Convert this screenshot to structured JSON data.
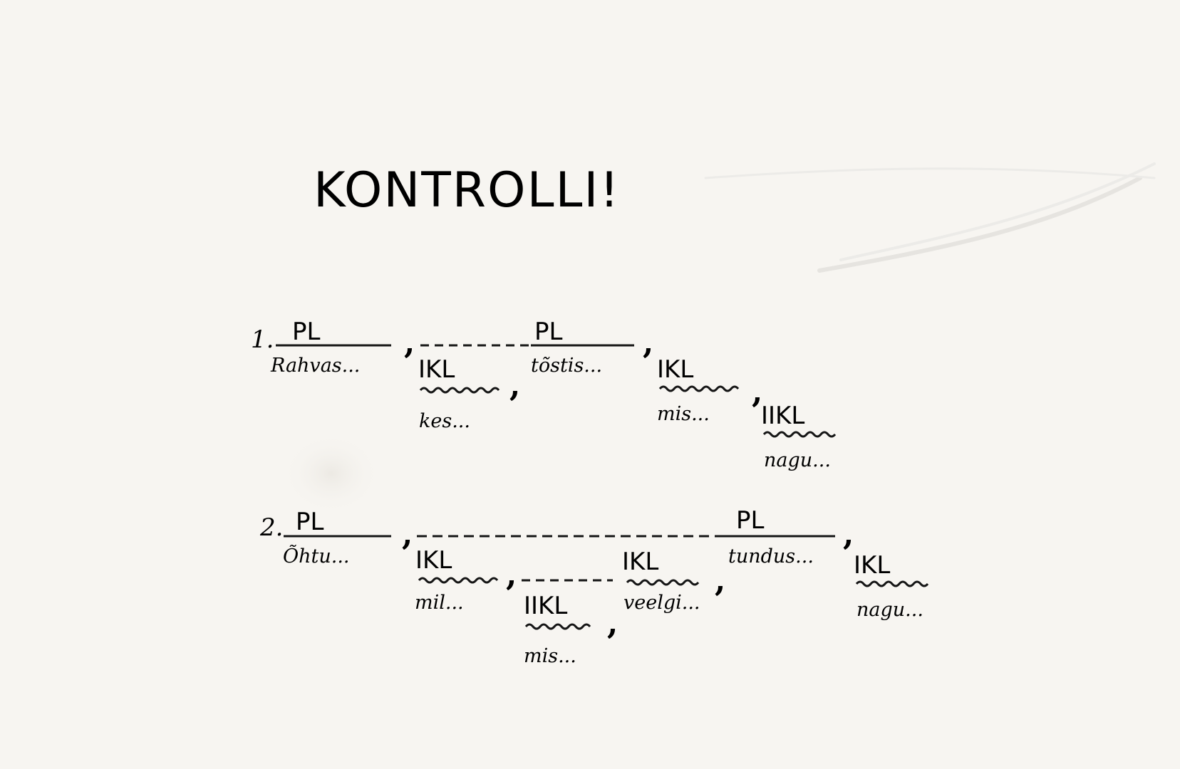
{
  "title": "KONTROLLI!",
  "diagram": {
    "rows": [
      {
        "number": "1.",
        "nodes": [
          {
            "id": "r1-pl1",
            "label": "PL",
            "word": "Rahvas..."
          },
          {
            "id": "r1-ikl1",
            "label": "IKL",
            "word": "kes..."
          },
          {
            "id": "r1-pl2",
            "label": "PL",
            "word": "tõstis..."
          },
          {
            "id": "r1-ikl2",
            "label": "IKL",
            "word": "mis..."
          },
          {
            "id": "r1-iikl",
            "label": "IIKL",
            "word": "nagu..."
          }
        ]
      },
      {
        "number": "2.",
        "nodes": [
          {
            "id": "r2-pl1",
            "label": "PL",
            "word": "Õhtu..."
          },
          {
            "id": "r2-ikl1",
            "label": "IKL",
            "word": "mil..."
          },
          {
            "id": "r2-iikl",
            "label": "IIKL",
            "word": "mis..."
          },
          {
            "id": "r2-ikl2",
            "label": "IKL",
            "word": "veelgi..."
          },
          {
            "id": "r2-pl2",
            "label": "PL",
            "word": "tundus..."
          },
          {
            "id": "r2-ikl3",
            "label": "IKL",
            "word": "nagu..."
          }
        ]
      }
    ],
    "comma": ","
  }
}
